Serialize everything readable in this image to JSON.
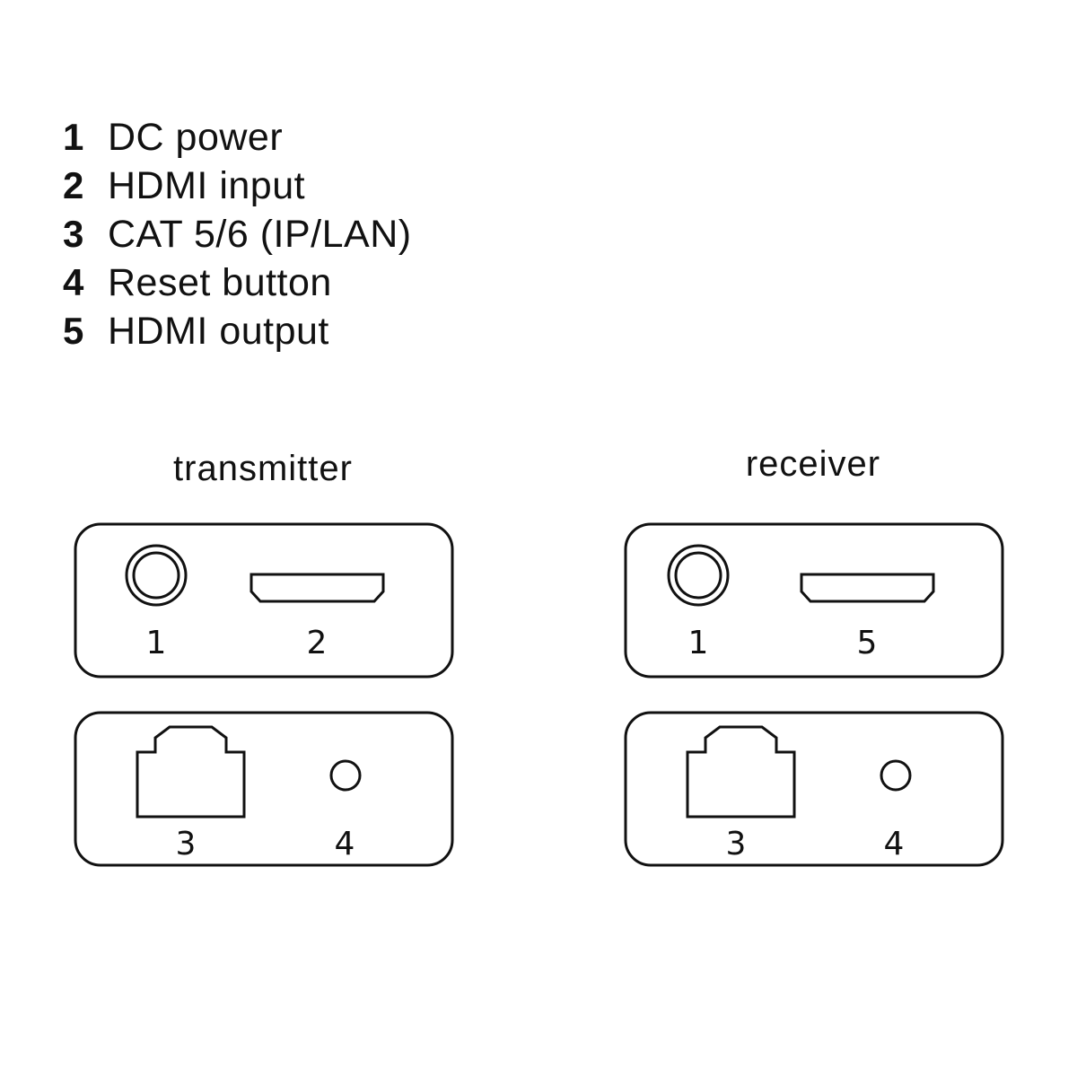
{
  "legend": [
    {
      "num": "1",
      "text": "DC power"
    },
    {
      "num": "2",
      "text": "HDMI input"
    },
    {
      "num": "3",
      "text": "CAT 5/6 (IP/LAN)"
    },
    {
      "num": "4",
      "text": "Reset button"
    },
    {
      "num": "5",
      "text": "HDMI output"
    }
  ],
  "devices": {
    "transmitter": {
      "title": "transmitter",
      "front_labels": {
        "power": "1",
        "hdmi": "2"
      },
      "back_labels": {
        "lan": "3",
        "reset": "4"
      }
    },
    "receiver": {
      "title": "receiver",
      "front_labels": {
        "power": "1",
        "hdmi": "5"
      },
      "back_labels": {
        "lan": "3",
        "reset": "4"
      }
    }
  },
  "colors": {
    "stroke": "#111111",
    "background": "#ffffff"
  }
}
